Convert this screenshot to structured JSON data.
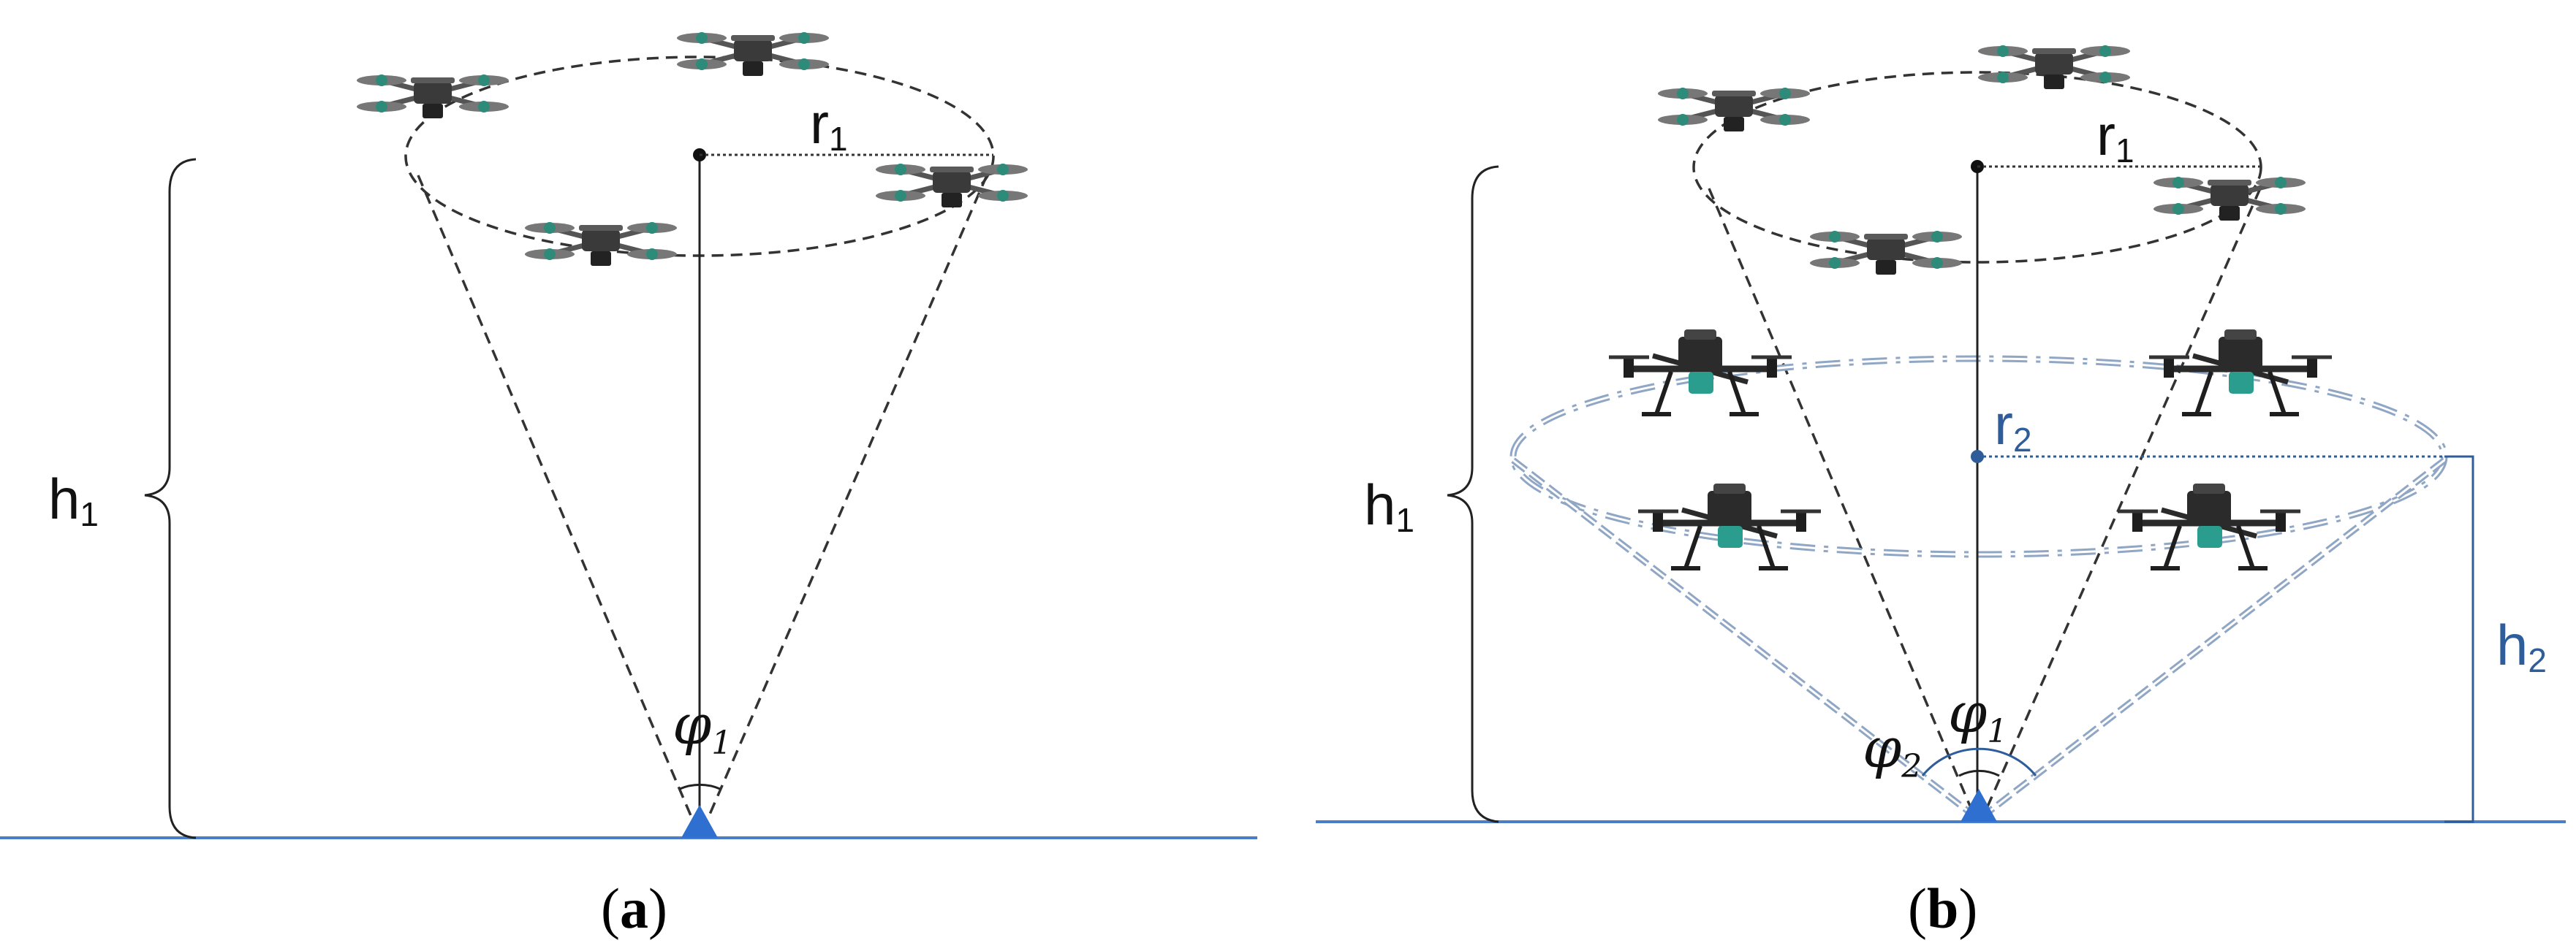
{
  "panel_a": {
    "caption_open": "(",
    "caption_letter": "a",
    "caption_close": ")",
    "h1_main": "h",
    "h1_sub": "1",
    "r1_main": "r",
    "r1_sub": "1",
    "phi1_main": "φ",
    "phi1_sub": "1"
  },
  "panel_b": {
    "caption_open": "(",
    "caption_letter": "b",
    "caption_close": ")",
    "h1_main": "h",
    "h1_sub": "1",
    "r1_main": "r",
    "r1_sub": "1",
    "r2_main": "r",
    "r2_sub": "2",
    "h2_main": "h",
    "h2_sub": "2",
    "phi1_main": "φ",
    "phi1_sub": "1",
    "phi2_main": "φ",
    "phi2_sub": "2"
  },
  "colors": {
    "ground": "#4a7fc8",
    "station": "#2f6fd0",
    "lower_cone": "#8fa6c4",
    "blue_text": "#2f5d9a",
    "line": "#222222"
  },
  "icons": {
    "upper_drone": "quadcopter-light-icon",
    "lower_drone": "quadcopter-dark-icon",
    "ground_station": "triangle-station-icon"
  }
}
